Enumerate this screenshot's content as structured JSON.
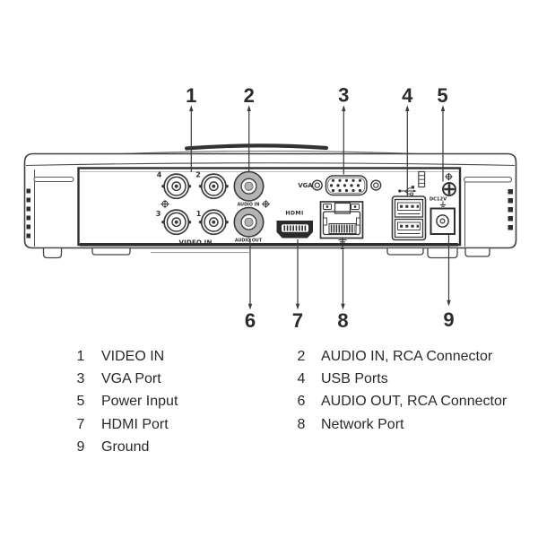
{
  "colors": {
    "background": "#ffffff",
    "line": "#3a3a3a",
    "text": "#292929",
    "connector_gray": "#b4b4b4",
    "hdmi_black": "#2b2b2b"
  },
  "device": {
    "bnc_numbers": [
      "4",
      "2",
      "3",
      "1"
    ],
    "labels": {
      "video_in": "VIDEO IN",
      "audio_in": "AUDIO IN",
      "audio_out": "AUDIO OUT",
      "vga": "VGA",
      "hdmi": "HDMI",
      "power": "DC12V"
    }
  },
  "callouts": {
    "top": [
      "1",
      "2",
      "3",
      "4",
      "5"
    ],
    "bottom": [
      "6",
      "7",
      "8",
      "9"
    ]
  },
  "legend": {
    "items_left": [
      {
        "num": "1",
        "label": "VIDEO IN"
      },
      {
        "num": "3",
        "label": "VGA Port"
      },
      {
        "num": "5",
        "label": "Power Input"
      },
      {
        "num": "7",
        "label": "HDMI Port"
      },
      {
        "num": "9",
        "label": "Ground"
      }
    ],
    "items_right": [
      {
        "num": "2",
        "label": "AUDIO IN, RCA Connector"
      },
      {
        "num": "4",
        "label": "USB Ports"
      },
      {
        "num": "6",
        "label": "AUDIO OUT, RCA Connector"
      },
      {
        "num": "8",
        "label": "Network Port"
      }
    ]
  }
}
